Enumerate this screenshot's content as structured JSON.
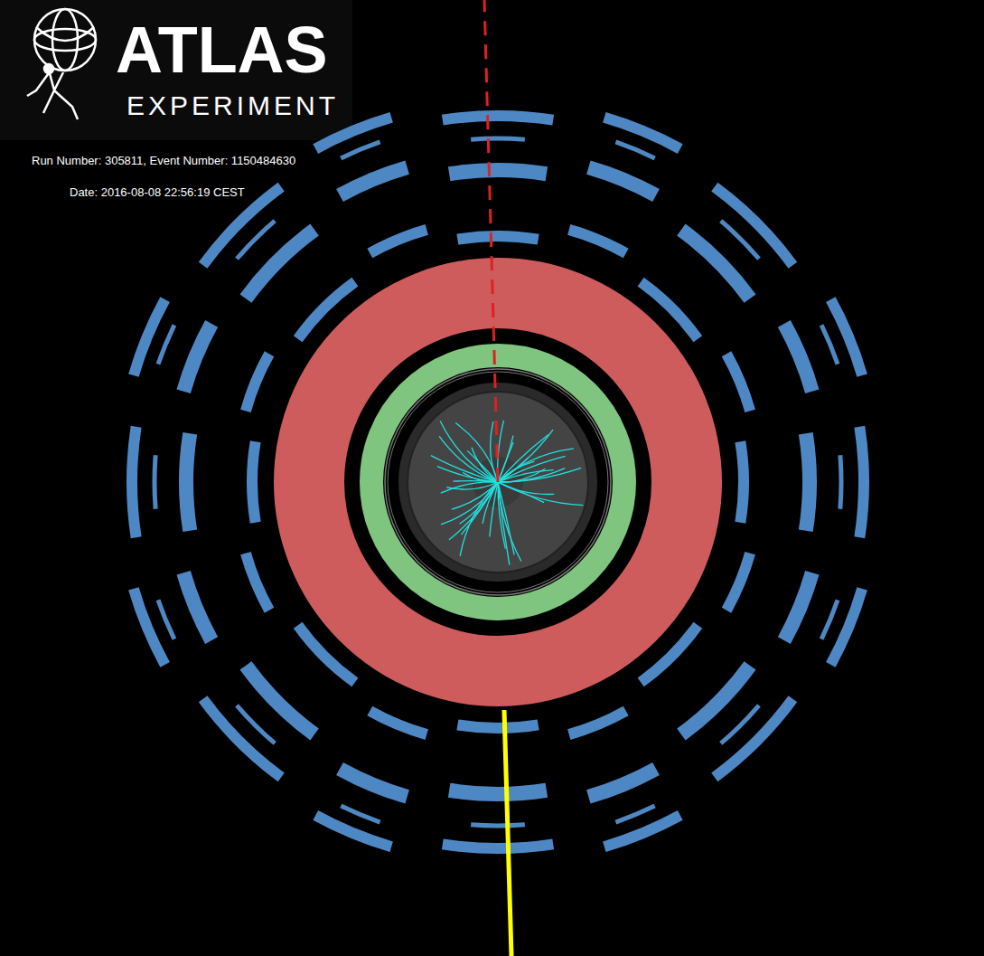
{
  "diagram": {
    "labels": [
      "ATLAS",
      "EXPERIMENT",
      "Run Number: 305811, Event Number: 1150484630",
      "Date: 2016-08-08 22:56:19 CEST"
    ]
  }
}
